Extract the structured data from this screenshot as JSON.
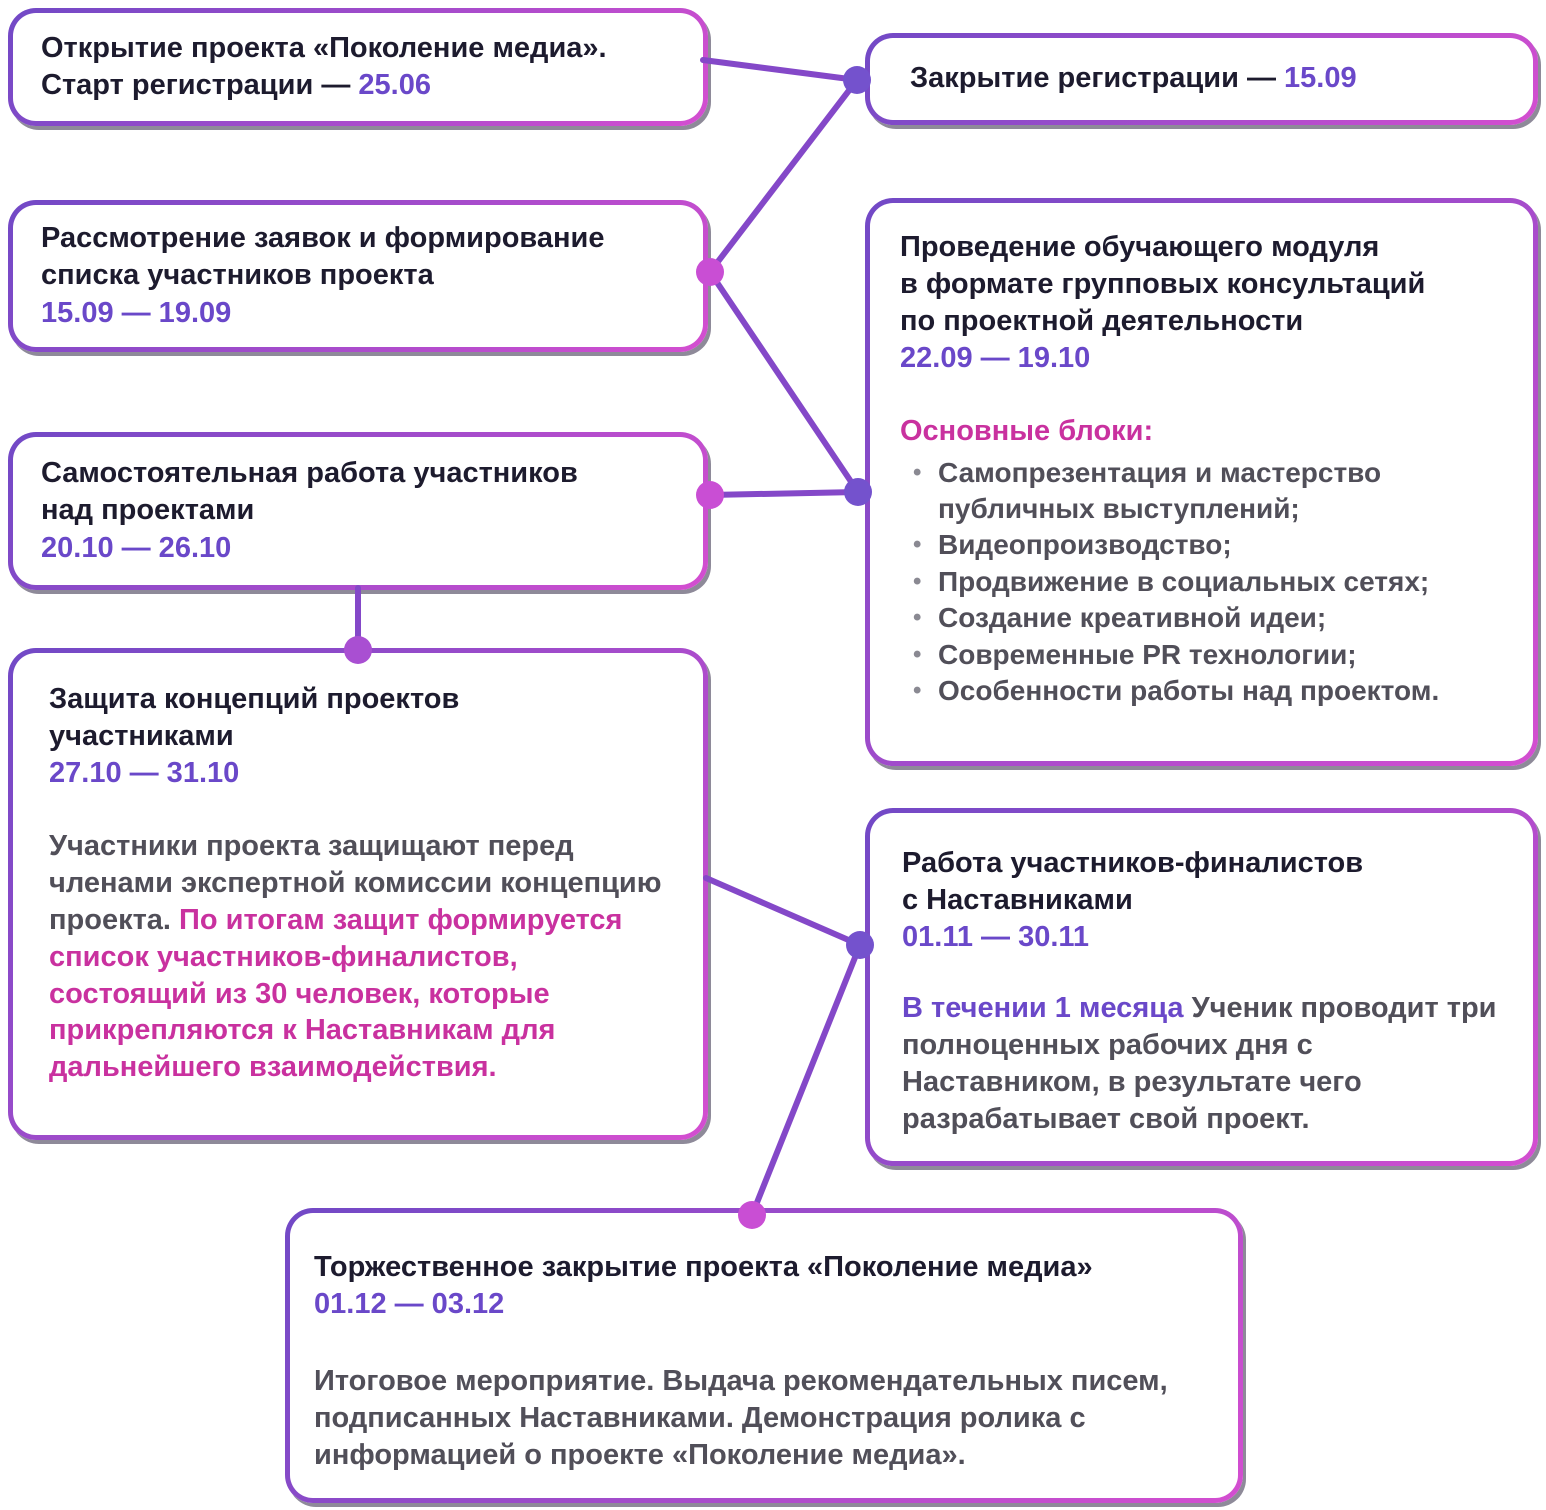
{
  "colors": {
    "background": "#ffffff",
    "heading_dark": "#1d1b2e",
    "body_gray": "#514f59",
    "accent_purple": "#6a48c9",
    "accent_pink": "#c9319f",
    "border_purple": "#7149c6",
    "border_pink": "#d44ed0",
    "node_purple": "#7452cd",
    "node_pink": "#c94ed4",
    "node_violet": "#a94fd2",
    "line_purple": "#8448c8"
  },
  "boxes": {
    "opening": {
      "title": "Открытие проекта «Поколение медиа».",
      "subtitle_prefix": "Старт регистрации — ",
      "date": "25.06"
    },
    "registration_close": {
      "prefix": "Закрытие регистрации — ",
      "date": "15.09"
    },
    "applications": {
      "line1": "Рассмотрение заявок и формирование",
      "line2": "списка участников проекта",
      "date": "15.09 — 19.09"
    },
    "training_module": {
      "title_line1": "Проведение обучающего модуля",
      "title_line2": "в формате групповых консультаций",
      "title_line3": "по проектной деятельности",
      "date": "22.09 — 19.10",
      "blocks_label": "Основные блоки:",
      "bullets": [
        "Самопрезентация и мастерство публичных выступлений;",
        "Видеопроизводство;",
        "Продвижение в социальных сетях;",
        "Создание креативной идеи;",
        "Современные PR технологии;",
        "Особенности работы над проектом."
      ]
    },
    "independent_work": {
      "line1": "Самостоятельная работа участников",
      "line2": "над проектами",
      "date": "20.10 — 26.10"
    },
    "defense": {
      "title_line1": "Защита концепций проектов",
      "title_line2": "участниками",
      "date": "27.10 — 31.10",
      "body_gray": "Участники проекта защищают перед членами экспертной комиссии концепцию проекта. ",
      "body_pink": "По итогам защит формируется список участников-финалистов, состоящий из 30 человек, которые прикрепляются к Наставникам для дальнейшего взаимодействия."
    },
    "mentors": {
      "title_line1": "Работа участников-финалистов",
      "title_line2": "с Наставниками",
      "date": "01.11 — 30.11",
      "body_accent": "В течении 1 месяца",
      "body_rest": " Ученик проводит три полноценных рабочих дня с Наставником, в результате чего разрабатывает свой проект."
    },
    "closing": {
      "title": "Торжественное закрытие проекта «Поколение медиа»",
      "date": "01.12 — 03.12",
      "body": "Итоговое мероприятие. Выдача рекомендательных писем, подписанных Наставниками. Демонстрация ролика с информацией о проекте «Поколение медиа»."
    }
  }
}
